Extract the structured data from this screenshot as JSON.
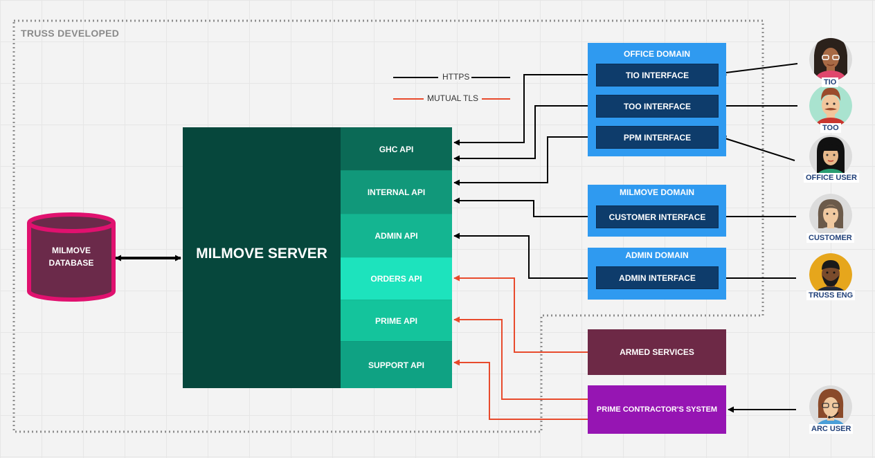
{
  "boundary_label": "TRUSS DEVELOPED",
  "legend": {
    "https": "HTTPS",
    "mtls": "MUTUAL TLS"
  },
  "database_label": [
    "MILMOVE",
    "DATABASE"
  ],
  "server_label": "MILMOVE SERVER",
  "apis": [
    "GHC API",
    "INTERNAL API",
    "ADMIN API",
    "ORDERS API",
    "PRIME API",
    "SUPPORT API"
  ],
  "domains": {
    "office": {
      "title": "OFFICE DOMAIN",
      "interfaces": [
        "TIO INTERFACE",
        "TOO INTERFACE",
        "PPM INTERFACE"
      ]
    },
    "milmove": {
      "title": "MILMOVE DOMAIN",
      "interfaces": [
        "CUSTOMER INTERFACE"
      ]
    },
    "admin": {
      "title": "ADMIN DOMAIN",
      "interfaces": [
        "ADMIN INTERFACE"
      ]
    }
  },
  "external_systems": {
    "armed_services": "ARMED SERVICES",
    "prime": "PRIME CONTRACTOR'S SYSTEM"
  },
  "actors": [
    "TIO",
    "TOO",
    "OFFICE USER",
    "CUSTOMER",
    "TRUSS ENG",
    "ARC USER"
  ],
  "colors": {
    "server": "#06473c",
    "domain": "#2f9af0",
    "interface": "#0e3c6b",
    "database": "#6b2a4a",
    "database_border": "#e0116f",
    "armed_services": "#6d2946",
    "prime": "#9615b3",
    "https": "#000000",
    "mtls": "#e84a2c"
  }
}
